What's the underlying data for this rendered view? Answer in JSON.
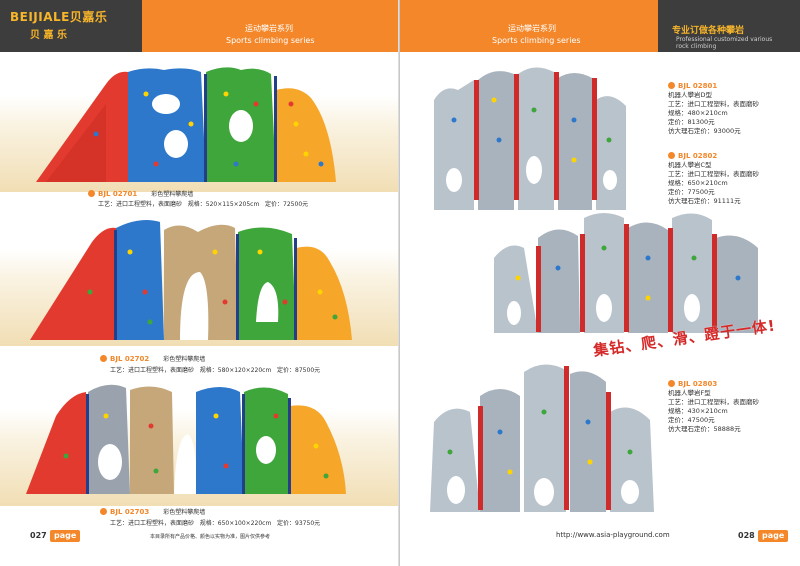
{
  "header": {
    "logo_text": "BEIJIALE贝嘉乐",
    "logo_sub": "贝 嘉 乐",
    "left_series_cn": "运动攀岩系列",
    "left_series_en": "Sports climbing series",
    "right_series_cn": "运动攀岩系列",
    "right_series_en": "Sports climbing series",
    "slogan_cn": "专业订做各种攀岩",
    "slogan_en": "Professional customized various rock climbing"
  },
  "products_left": [
    {
      "code": "BJL 02701",
      "name": "彩色塑料攀爬墙",
      "craft": "工艺：进口工程塑料，表面磨砂",
      "size": "规格：520×115×205cm",
      "price": "定价：72500元"
    },
    {
      "code": "BJL 02702",
      "name": "彩色塑料攀爬墙",
      "craft": "工艺：进口工程塑料，表面磨砂",
      "size": "规格：580×120×220cm",
      "price": "定价：87500元"
    },
    {
      "code": "BJL 02703",
      "name": "彩色塑料攀爬墙",
      "craft": "工艺：进口工程塑料，表面磨砂",
      "size": "规格：650×100×220cm",
      "price": "定价：93750元"
    }
  ],
  "products_right": [
    {
      "code": "BJL 02801",
      "name": "机器人攀岩D型",
      "craft": "工艺：进口工程塑料，表面磨砂",
      "size": "规格：480×210cm",
      "price": "定价：81300元",
      "stone_price": "仿大理石定价：93000元"
    },
    {
      "code": "BJL 02802",
      "name": "机器人攀岩C型",
      "craft": "工艺：进口工程塑料，表面磨砂",
      "size": "规格：650×210cm",
      "price": "定价：77500元",
      "stone_price": "仿大理石定价：91111元"
    },
    {
      "code": "BJL 02803",
      "name": "机器人攀岩F型",
      "craft": "工艺：进口工程塑料，表面磨砂",
      "size": "规格：430×210cm",
      "price": "定价：47500元",
      "stone_price": "仿大理石定价：58888元"
    }
  ],
  "slogan_big": "集钻、爬、滑、蹬于一体!",
  "footer": {
    "left_page": "027",
    "left_page_word": "page",
    "note": "本目录所有产品价格、颜色以实物为准，图片仅供参考",
    "url": "http://www.asia-playground.com",
    "right_page": "028",
    "right_page_word": "page"
  },
  "colors": {
    "accent_orange": "#f3872a",
    "header_dark": "#3d3d3d",
    "logo_yellow": "#f7b52a",
    "slogan_red": "#d52a2a",
    "panel_red": "#e23a2e",
    "panel_blue": "#2e78cc",
    "panel_green": "#3ea63a",
    "panel_yellow": "#f6a629",
    "panel_tan": "#c6a77a",
    "panel_gray": "#9aa3ad",
    "robot_gray": "#b9c3cc",
    "post_red": "#cf2b2b"
  }
}
